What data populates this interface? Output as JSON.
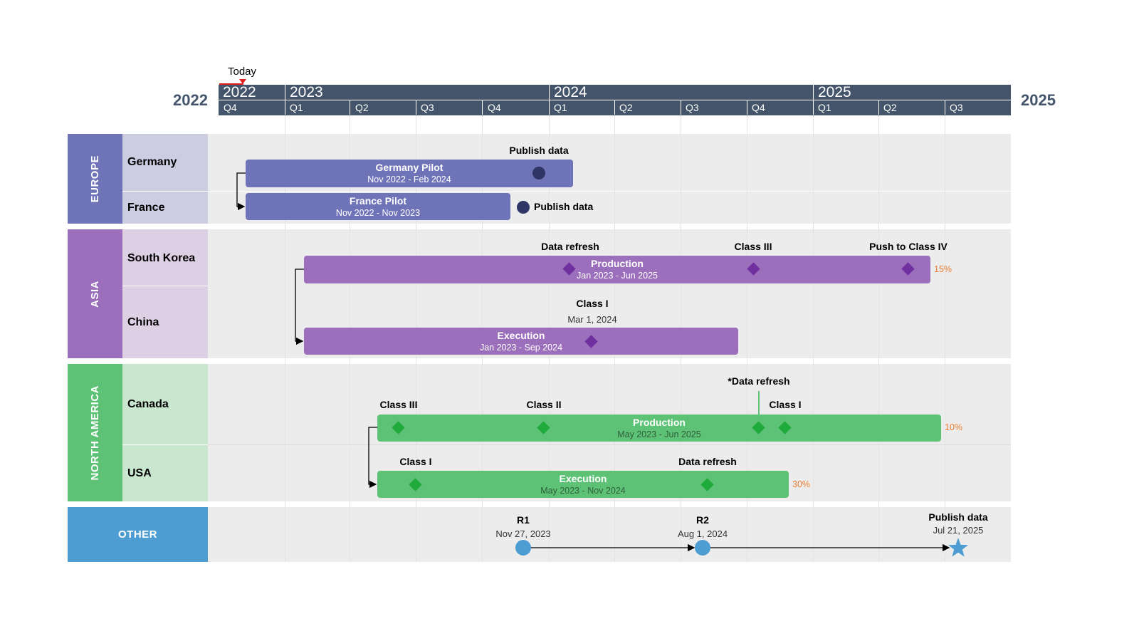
{
  "header": {
    "start_year": "2022",
    "end_year": "2025",
    "today_label": "Today",
    "years": [
      "2022",
      "2023",
      "2024",
      "2025"
    ],
    "quarters": [
      "Q4",
      "Q1",
      "Q2",
      "Q3",
      "Q4",
      "Q1",
      "Q2",
      "Q3",
      "Q4",
      "Q1",
      "Q2",
      "Q3"
    ]
  },
  "colors": {
    "europe": "#6f74b8",
    "asia": "#9b6fbb",
    "north_america": "#5ec276",
    "other": "#4e9dd2",
    "header": "#44546a",
    "today": "#e02020",
    "europe_milestone": "#2f3565",
    "asia_milestone": "#7030a0",
    "na_milestone": "#1faa3c",
    "percent": "#ed7d31"
  },
  "groups": {
    "europe": {
      "label": "EUROPE",
      "rows": [
        "Germany",
        "France"
      ]
    },
    "asia": {
      "label": "ASIA",
      "rows": [
        "South Korea",
        "China"
      ]
    },
    "north_america": {
      "label": "NORTH AMERICA",
      "rows": [
        "Canada",
        "USA"
      ]
    },
    "other": {
      "label": "OTHER"
    }
  },
  "tasks": {
    "germany": {
      "title": "Germany Pilot",
      "dates": "Nov 2022 - Feb 2024"
    },
    "france": {
      "title": "France Pilot",
      "dates": "Nov 2022 - Nov 2023"
    },
    "south_korea": {
      "title": "Production",
      "dates": "Jan 2023 - Jun 2025",
      "percent": "15%"
    },
    "china": {
      "title": "Execution",
      "dates": "Jan 2023 - Sep 2024"
    },
    "canada": {
      "title": "Production",
      "dates": "May 2023 - Jun 2025",
      "percent": "10%"
    },
    "usa": {
      "title": "Execution",
      "dates": "May 2023 - Nov 2024",
      "percent": "30%"
    }
  },
  "milestones": {
    "germany_publish": "Publish data",
    "france_publish": "Publish data",
    "sk_data_refresh": "Data refresh",
    "sk_class3": "Class III",
    "sk_push": "Push to Class IV",
    "china_class1": "Class I",
    "china_class1_date": "Mar 1, 2024",
    "ca_class3": "Class III",
    "ca_class2": "Class II",
    "ca_data_refresh": "*Data refresh",
    "ca_class1": "Class I",
    "usa_class1": "Class I",
    "usa_data_refresh": "Data refresh",
    "r1": "R1",
    "r1_date": "Nov 27, 2023",
    "r2": "R2",
    "r2_date": "Aug 1, 2024",
    "publish": "Publish data",
    "publish_date": "Jul 21, 2025"
  },
  "chart_data": {
    "type": "gantt",
    "time_axis": {
      "start": "2022-10-01",
      "end": "2025-09-30",
      "years": [
        "2022",
        "2023",
        "2024",
        "2025"
      ]
    },
    "today": "2022-11-07",
    "tasks": [
      {
        "group": "EUROPE",
        "row": "Germany",
        "name": "Germany Pilot",
        "start": "2022-11",
        "end": "2024-02"
      },
      {
        "group": "EUROPE",
        "row": "France",
        "name": "France Pilot",
        "start": "2022-11",
        "end": "2023-11"
      },
      {
        "group": "ASIA",
        "row": "South Korea",
        "name": "Production",
        "start": "2023-01",
        "end": "2025-06",
        "percent_complete": 15
      },
      {
        "group": "ASIA",
        "row": "China",
        "name": "Execution",
        "start": "2023-01",
        "end": "2024-09"
      },
      {
        "group": "NORTH AMERICA",
        "row": "Canada",
        "name": "Production",
        "start": "2023-05",
        "end": "2025-06",
        "percent_complete": 10
      },
      {
        "group": "NORTH AMERICA",
        "row": "USA",
        "name": "Execution",
        "start": "2023-05",
        "end": "2024-11",
        "percent_complete": 30
      }
    ],
    "milestones": [
      {
        "row": "Germany",
        "name": "Publish data",
        "date": "2024-01"
      },
      {
        "row": "France",
        "name": "Publish data",
        "date": "2023-12"
      },
      {
        "row": "South Korea",
        "name": "Data refresh",
        "date": "2024-01"
      },
      {
        "row": "South Korea",
        "name": "Class III",
        "date": "2024-10"
      },
      {
        "row": "South Korea",
        "name": "Push to Class IV",
        "date": "2025-06"
      },
      {
        "row": "China",
        "name": "Class I",
        "date": "2024-03-01"
      },
      {
        "row": "Canada",
        "name": "Class III",
        "date": "2023-05"
      },
      {
        "row": "Canada",
        "name": "Class II",
        "date": "2023-12"
      },
      {
        "row": "Canada",
        "name": "*Data refresh",
        "date": "2024-10"
      },
      {
        "row": "Canada",
        "name": "Class I",
        "date": "2024-11"
      },
      {
        "row": "USA",
        "name": "Class I",
        "date": "2023-06"
      },
      {
        "row": "USA",
        "name": "Data refresh",
        "date": "2024-08"
      },
      {
        "group": "OTHER",
        "name": "R1",
        "date": "2023-11-27"
      },
      {
        "group": "OTHER",
        "name": "R2",
        "date": "2024-08-01"
      },
      {
        "group": "OTHER",
        "name": "Publish data",
        "date": "2025-07-21"
      }
    ]
  }
}
